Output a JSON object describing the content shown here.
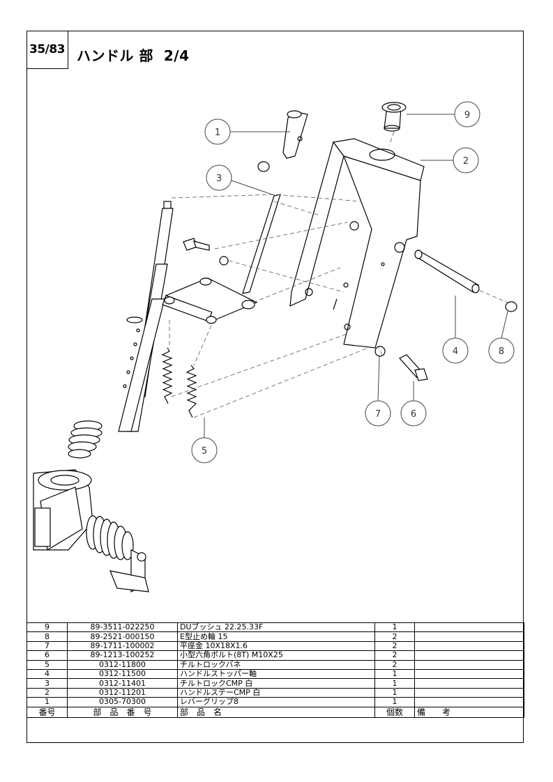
{
  "header": {
    "page_number": "35/83",
    "title": "ハンドル 部  2/4"
  },
  "callouts": [
    {
      "label": "1"
    },
    {
      "label": "2"
    },
    {
      "label": "3"
    },
    {
      "label": "4"
    },
    {
      "label": "5"
    },
    {
      "label": "6"
    },
    {
      "label": "7"
    },
    {
      "label": "8"
    },
    {
      "label": "9"
    }
  ],
  "parts_table": {
    "columns": [
      "番号",
      "部　品　番　号",
      "部　品　名",
      "個数",
      "備　　考"
    ],
    "rows": [
      {
        "no": "9",
        "part_no": "89-3511-022250",
        "name": "DUブッシュ  22.25.33F",
        "qty": "1",
        "note": ""
      },
      {
        "no": "8",
        "part_no": "89-2521-000150",
        "name": "E型止め輪  15",
        "qty": "2",
        "note": ""
      },
      {
        "no": "7",
        "part_no": "89-1711-100002",
        "name": "平座金  10X18X1.6",
        "qty": "2",
        "note": ""
      },
      {
        "no": "6",
        "part_no": "89-1213-100252",
        "name": "小型六角ボルト(8T)  M10X25",
        "qty": "2",
        "note": ""
      },
      {
        "no": "5",
        "part_no": "0312-11800",
        "name": "チルトロックバネ",
        "qty": "2",
        "note": ""
      },
      {
        "no": "4",
        "part_no": "0312-11500",
        "name": "ハンドルストッパー軸",
        "qty": "1",
        "note": ""
      },
      {
        "no": "3",
        "part_no": "0312-11401",
        "name": "チルトロックCMP  白",
        "qty": "1",
        "note": ""
      },
      {
        "no": "2",
        "part_no": "0312-11201",
        "name": "ハンドルステーCMP  白",
        "qty": "1",
        "note": ""
      },
      {
        "no": "1",
        "part_no": "0305-70300",
        "name": "レバーグリップ8",
        "qty": "1",
        "note": ""
      }
    ]
  }
}
